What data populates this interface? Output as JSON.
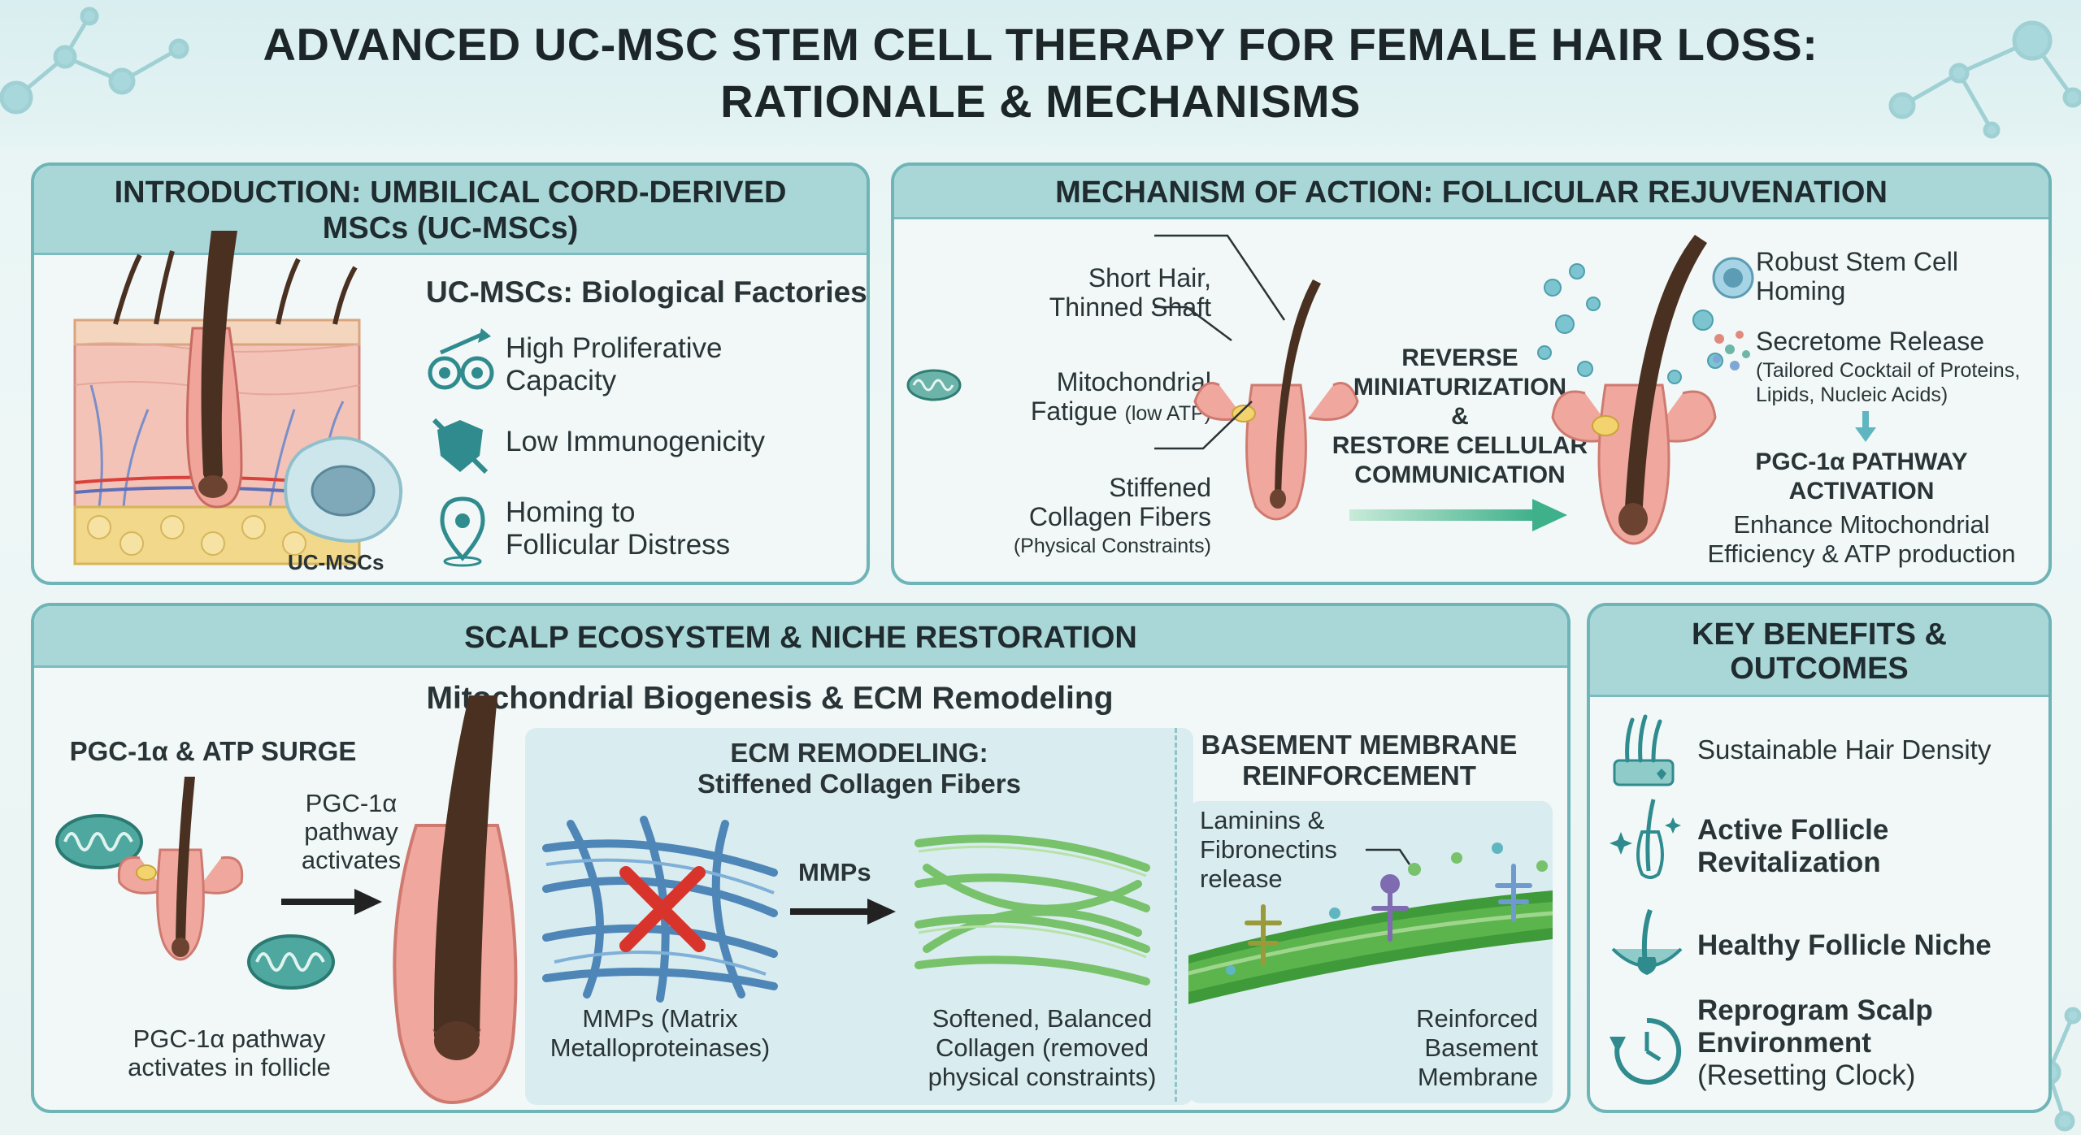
{
  "title": {
    "line1": "ADVANCED UC-MSC STEM CELL THERAPY FOR FEMALE HAIR LOSS:",
    "line2": "RATIONALE & MECHANISMS"
  },
  "intro": {
    "heading_line1": "INTRODUCTION: UMBILICAL CORD-DERIVED",
    "heading_line2": "MSCs (UC-MSCs)",
    "subtitle": "UC-MSCs: Biological Factories",
    "cell_label": "UC-MSCs",
    "items": [
      {
        "icon": "cells-arrow-icon",
        "line1": "High Proliferative",
        "line2": "Capacity"
      },
      {
        "icon": "shield-crossed-icon",
        "line1": "Low Immunogenicity",
        "line2": ""
      },
      {
        "icon": "location-pin-icon",
        "line1": "Homing to",
        "line2": "Follicular Distress"
      }
    ]
  },
  "mechanism": {
    "heading": "MECHANISM OF ACTION: FOLLICULAR REJUVENATION",
    "left_labels": {
      "short_hair_1": "Short Hair,",
      "short_hair_2": "Thinned Shaft",
      "mito_1": "Mitochondrial",
      "mito_2a": "Fatigue",
      "mito_2b": "(low ATP)",
      "collagen_1": "Stiffened",
      "collagen_2": "Collagen Fibers",
      "collagen_3": "(Physical Constraints)"
    },
    "center": {
      "line1": "REVERSE",
      "line2": "MINIATURIZATION",
      "line3": "&",
      "line4": "RESTORE CELLULAR",
      "line5": "COMMUNICATION"
    },
    "right_labels": {
      "homing_1": "Robust Stem Cell",
      "homing_2": "Homing",
      "secretome_1": "Secretome Release",
      "secretome_2": "(Tailored Cocktail of Proteins,",
      "secretome_3": "Lipids, Nucleic Acids)",
      "pgc_1": "PGC-1α PATHWAY",
      "pgc_2": "ACTIVATION",
      "enhance_1": "Enhance Mitochondrial",
      "enhance_2": "Efficiency & ATP production"
    }
  },
  "scalp": {
    "heading": "SCALP ECOSYSTEM & NICHE RESTORATION",
    "subtitle": "Mitochondrial Biogenesis & ECM Remodeling",
    "pgc": {
      "title": "PGC-1α & ATP SURGE",
      "arrow_1": "PGC-1α",
      "arrow_2": "pathway",
      "arrow_3": "activates",
      "caption_1": "PGC-1α pathway",
      "caption_2": "activates in follicle"
    },
    "ecm": {
      "title_1": "ECM REMODELING:",
      "title_2": "Stiffened Collagen Fibers",
      "arrow_label": "MMPs",
      "left_caption_1": "MMPs (Matrix",
      "left_caption_2": "Metalloproteinases)",
      "right_caption_1": "Softened, Balanced",
      "right_caption_2": "Collagen (removed",
      "right_caption_3": "physical constraints)"
    },
    "membrane": {
      "title_1": "BASEMENT MEMBRANE",
      "title_2": "REINFORCEMENT",
      "release_1": "Laminins &",
      "release_2": "Fibronectins",
      "release_3": "release",
      "caption_1": "Reinforced",
      "caption_2": "Basement",
      "caption_3": "Membrane"
    }
  },
  "benefits": {
    "heading_1": "KEY BENEFITS &",
    "heading_2": "OUTCOMES",
    "items": [
      {
        "icon": "hair-density-icon",
        "line1": "Sustainable Hair Density",
        "line2": ""
      },
      {
        "icon": "sparkle-follicle-icon",
        "line1": "Active Follicle",
        "line2": "Revitalization"
      },
      {
        "icon": "niche-follicle-icon",
        "line1": "Healthy Follicle Niche",
        "line2": ""
      },
      {
        "icon": "clock-reset-icon",
        "line1": "Reprogram Scalp",
        "line2": "Environment",
        "line3": "(Resetting Clock)"
      }
    ]
  },
  "colors": {
    "panel_border": "#6fb4b7",
    "panel_header": "#a9d7d8",
    "teal_icon": "#2f8b8e",
    "follicle_pink": "#e79a94",
    "hair_brown": "#4a3021",
    "collagen_blue": "#4f86b8",
    "collagen_green": "#77c26b",
    "cross_red": "#d8342c"
  }
}
